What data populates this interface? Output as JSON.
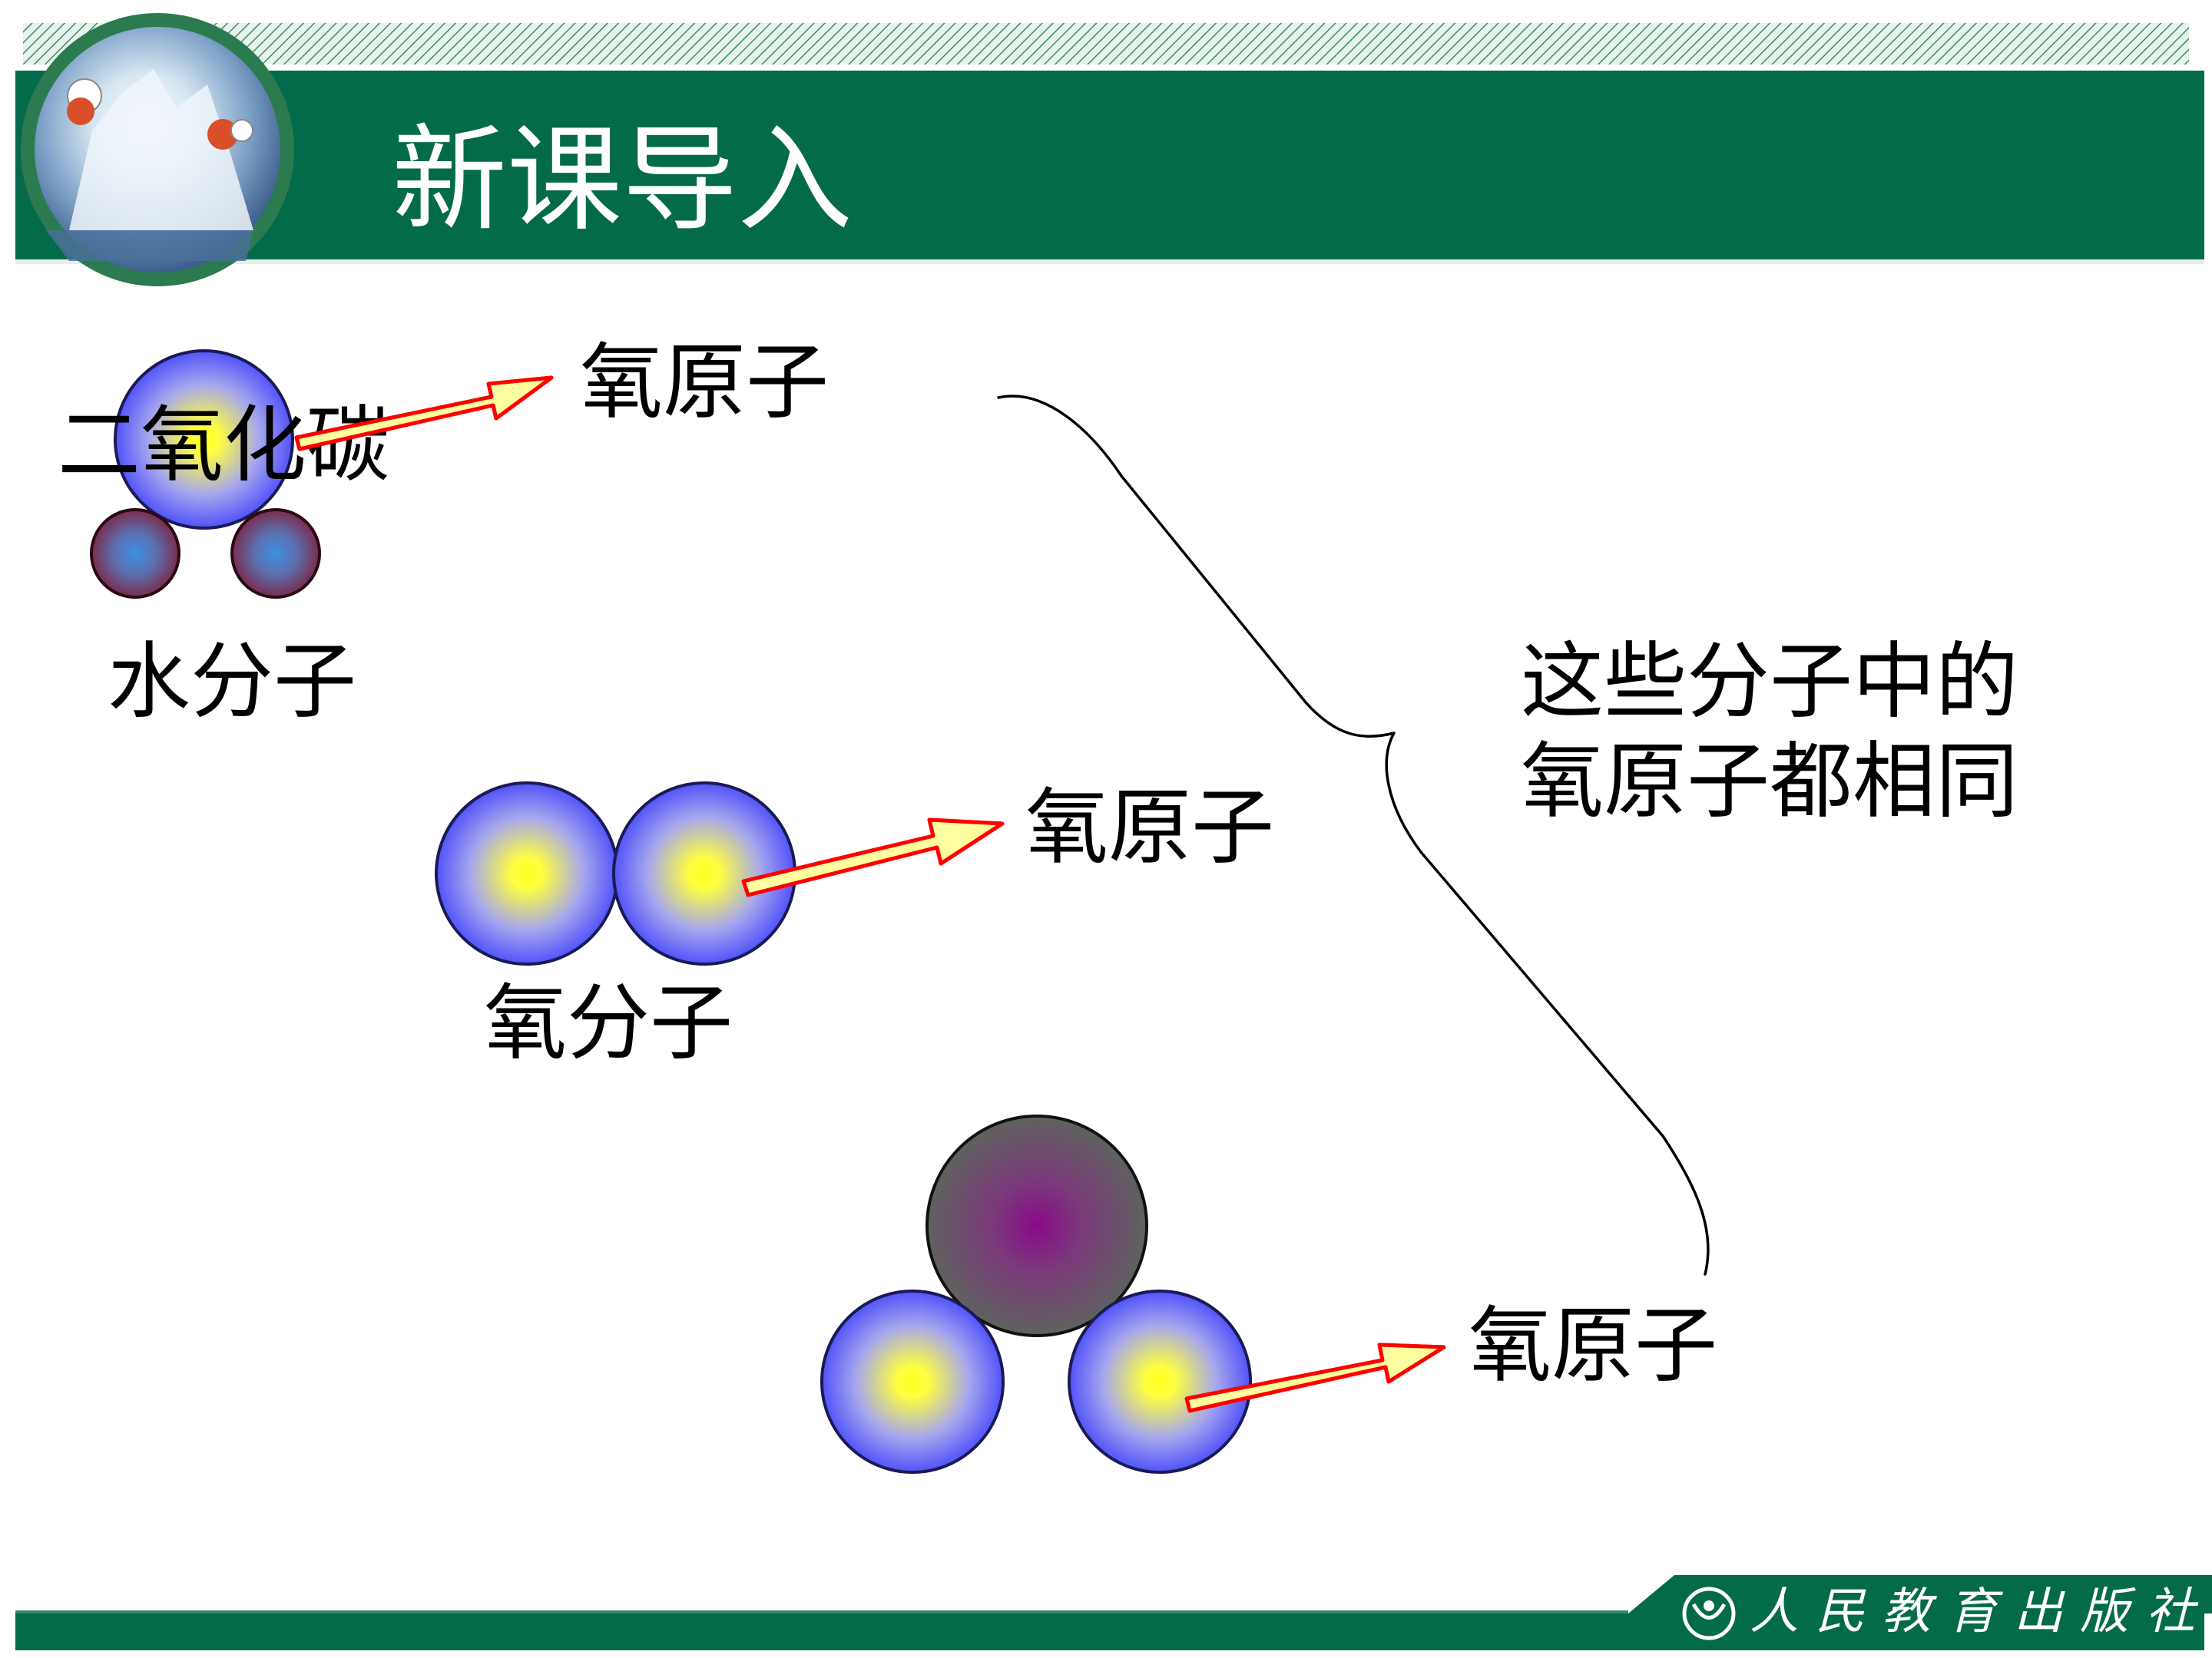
{
  "header": {
    "title": "新课导入",
    "band_color": "#046b4a",
    "stripe_color": "#1f7a57"
  },
  "footer": {
    "publisher_name": "人民教育出版社",
    "band_color": "#046b4a"
  },
  "molecules": {
    "water": {
      "name": "水分子",
      "overlay_label": "二氧化碳",
      "atom_label": "氧原子"
    },
    "oxygen": {
      "name": "氧分子",
      "atom_label": "氧原子"
    },
    "co2": {
      "atom_label": "氧原子"
    }
  },
  "conclusion": {
    "line1": "这些分子中的",
    "line2": "氧原子都相同"
  },
  "colors": {
    "oxygen_atom": "#3333ff",
    "hydrogen_atom": "#7a1f3a",
    "carbon_atom": "#5a5a5a",
    "arrow_fill": "#ffffa0",
    "arrow_stroke": "#ff0000"
  }
}
